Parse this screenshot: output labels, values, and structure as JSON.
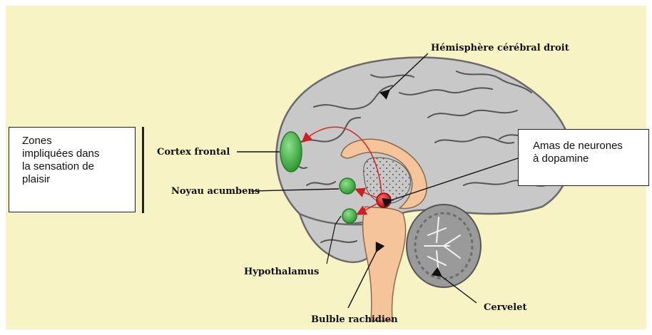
{
  "legend_box": {
    "lines": [
      "Zones",
      "impliquées dans",
      "la sensation de",
      "plaisir"
    ]
  },
  "callout_box": {
    "lines": [
      "Amas de neurones",
      "à dopamine"
    ]
  },
  "labels": {
    "hemisphere": "Hémisphère cérébral droit",
    "cortex_frontal": "Cortex frontal",
    "noyau_acumbens": "Noyau acumbens",
    "hypothalamus": "Hypothalamus",
    "bulbe_rachidien": "Bulble rachidien",
    "cervelet": "Cervelet"
  },
  "colors": {
    "background": "#f8f3c4",
    "brain_fill": "#c8c8c8",
    "pleasure_zone": "#3aa53a",
    "dopamine_neurons": "#d41a1a",
    "pathway": "#d42a2a",
    "brainstem": "#f5c49a"
  }
}
